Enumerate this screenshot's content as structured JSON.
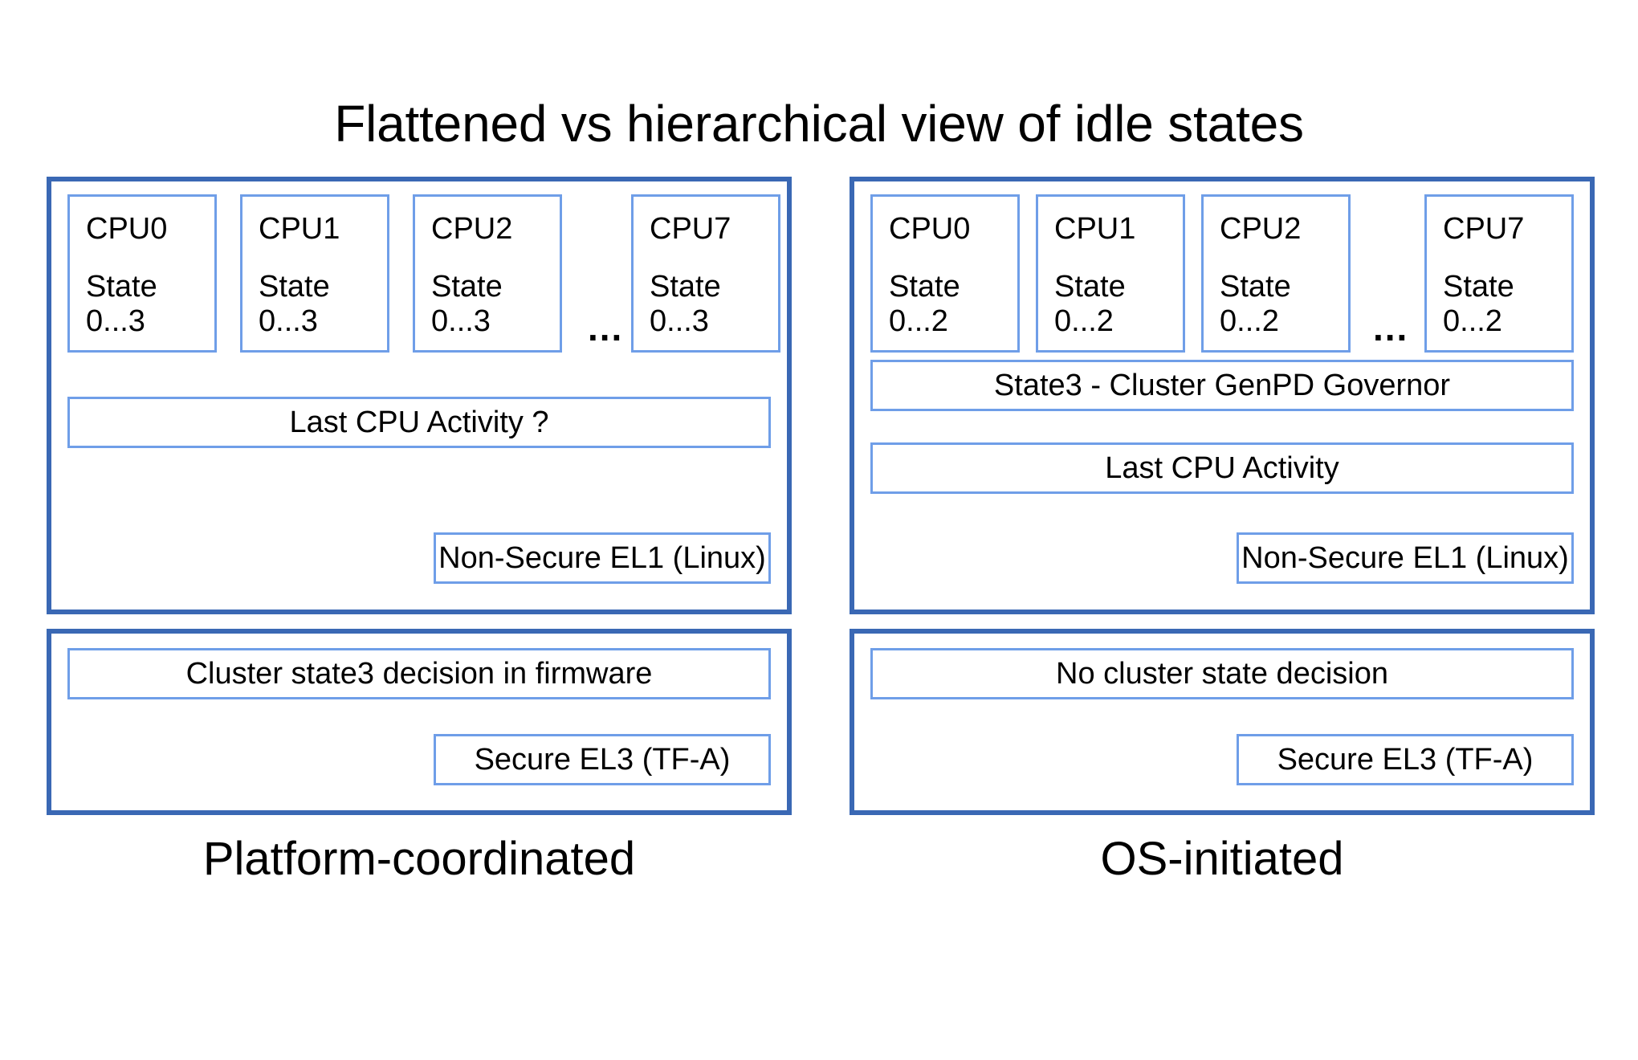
{
  "title": "Flattened vs hierarchical view of idle states",
  "colors": {
    "panel_border": "#3a68b4",
    "inner_border": "#6f9ee8",
    "background": "#ffffff",
    "text": "#000000"
  },
  "columns": [
    {
      "id": "platform-coordinated",
      "caption": "Platform-coordinated",
      "os_panel": {
        "cpus": [
          {
            "name": "CPU0",
            "state": "State\n0...3"
          },
          {
            "name": "CPU1",
            "state": "State\n0...3"
          },
          {
            "name": "CPU2",
            "state": "State\n0...3"
          },
          {
            "name": "CPU7",
            "state": "State\n0...3"
          }
        ],
        "ellipsis": "...",
        "bars": [
          {
            "label": "Last CPU Activity ?"
          }
        ],
        "level_label": "Non-Secure EL1 (Linux)"
      },
      "fw_panel": {
        "bars": [
          {
            "label": "Cluster state3 decision in firmware"
          }
        ],
        "level_label": "Secure EL3 (TF-A)"
      }
    },
    {
      "id": "os-initiated",
      "caption": "OS-initiated",
      "os_panel": {
        "cpus": [
          {
            "name": "CPU0",
            "state": "State\n0...2"
          },
          {
            "name": "CPU1",
            "state": "State\n0...2"
          },
          {
            "name": "CPU2",
            "state": "State\n0...2"
          },
          {
            "name": "CPU7",
            "state": "State\n0...2"
          }
        ],
        "ellipsis": "...",
        "bars": [
          {
            "label": "State3 - Cluster GenPD Governor"
          },
          {
            "label": "Last CPU Activity"
          }
        ],
        "level_label": "Non-Secure EL1 (Linux)"
      },
      "fw_panel": {
        "bars": [
          {
            "label": "No cluster state decision"
          }
        ],
        "level_label": "Secure EL3 (TF-A)"
      }
    }
  ]
}
